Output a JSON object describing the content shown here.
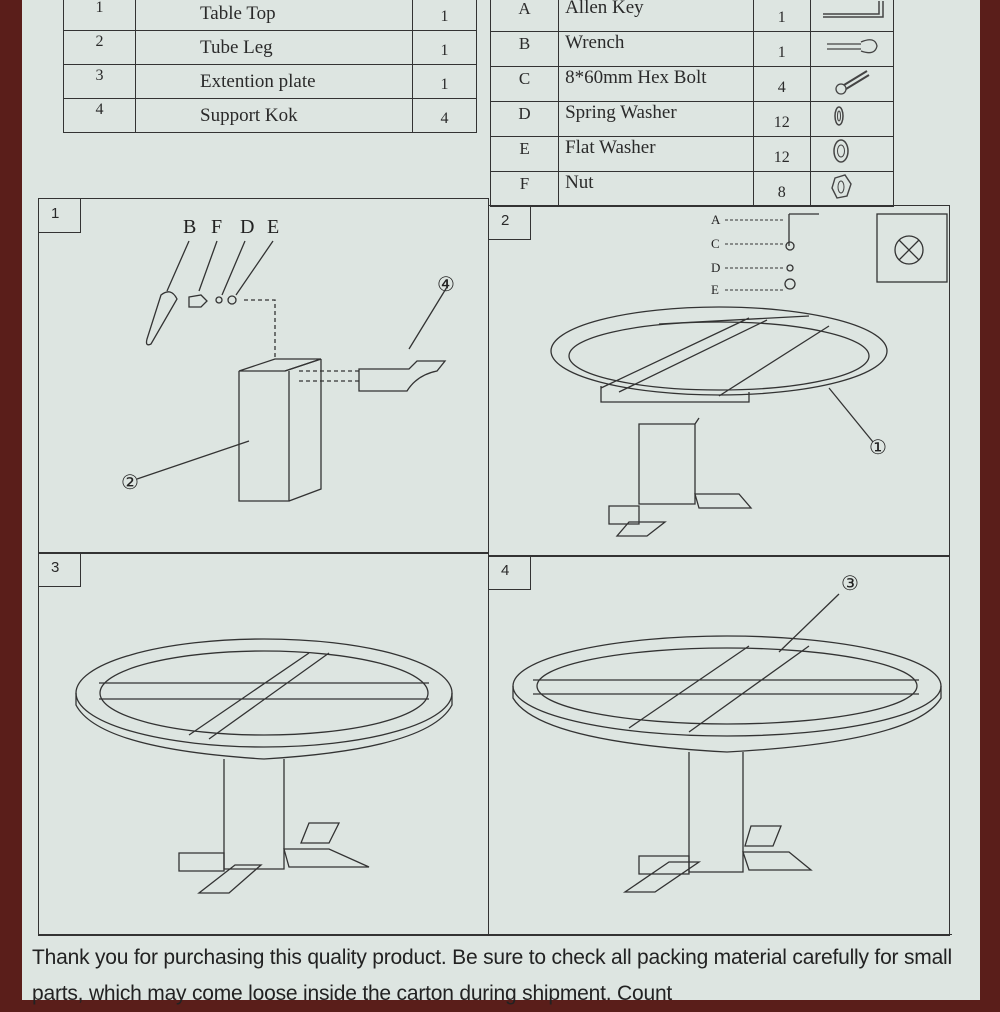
{
  "parts_table": [
    {
      "no": "1",
      "name": "Table Top",
      "qty": "1"
    },
    {
      "no": "2",
      "name": "Tube Leg",
      "qty": "1"
    },
    {
      "no": "3",
      "name": "Extention plate",
      "qty": "1"
    },
    {
      "no": "4",
      "name": "Support Kok",
      "qty": "4"
    }
  ],
  "hardware_table": [
    {
      "code": "A",
      "name": "Allen Key",
      "qty": "1",
      "icon": "allen-key-icon"
    },
    {
      "code": "B",
      "name": "Wrench",
      "qty": "1",
      "icon": "wrench-icon"
    },
    {
      "code": "C",
      "name": "8*60mm Hex Bolt",
      "qty": "4",
      "icon": "hex-bolt-icon"
    },
    {
      "code": "D",
      "name": "Spring Washer",
      "qty": "12",
      "icon": "spring-washer-icon"
    },
    {
      "code": "E",
      "name": "Flat Washer",
      "qty": "12",
      "icon": "flat-washer-icon"
    },
    {
      "code": "F",
      "name": "Nut",
      "qty": "8",
      "icon": "nut-icon"
    }
  ],
  "steps": [
    {
      "number": "1",
      "labels": [
        "B",
        "F",
        "D",
        "E"
      ],
      "callouts": [
        "④",
        "②"
      ]
    },
    {
      "number": "2",
      "labels": [
        "A",
        "C",
        "D",
        "E"
      ],
      "callouts": [
        "①"
      ]
    },
    {
      "number": "3"
    },
    {
      "number": "4",
      "callouts": [
        "③"
      ]
    }
  ],
  "footer_text": "Thank you for purchasing this quality product. Be sure to check all packing material carefully for small parts, which may come loose inside the carton during shipment. Count"
}
